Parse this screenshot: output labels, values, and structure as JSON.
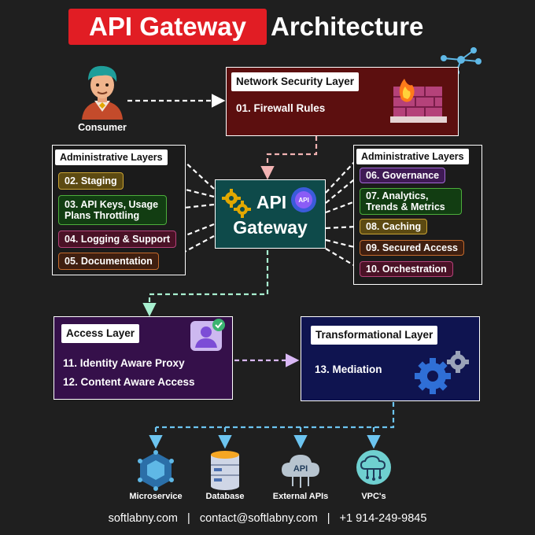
{
  "title": {
    "highlight": "API Gateway",
    "rest": "Architecture"
  },
  "consumer": {
    "label": "Consumer"
  },
  "network_layer": {
    "title": "Network Security Layer",
    "items": [
      "01. Firewall Rules"
    ]
  },
  "gateway": {
    "line1": "API",
    "line2": "Gateway",
    "badge": "API"
  },
  "admin_left": {
    "title": "Administrative Layers",
    "items": [
      "02. Staging",
      "03. API Keys, Usage",
      "Plans Throttling",
      "04. Logging & Support",
      "05. Documentation"
    ]
  },
  "admin_right": {
    "title": "Administrative Layers",
    "items": [
      "06. Governance",
      "07. Analytics,",
      "Trends & Metrics",
      "08. Caching",
      "09. Secured Access",
      "10. Orchestration"
    ]
  },
  "access_layer": {
    "title": "Access Layer",
    "items": [
      "11. Identity Aware Proxy",
      "12. Content Aware Access"
    ]
  },
  "transform_layer": {
    "title": "Transformational Layer",
    "items": [
      "13. Mediation"
    ]
  },
  "targets": {
    "microservice": "Microservice",
    "database": "Database",
    "external": "External APIs",
    "external_badge": "API",
    "vpc": "VPC's"
  },
  "footer": {
    "website": "softlabny.com",
    "email": "contact@softlabny.com",
    "phone": "+1 914-249-9845",
    "sep": "|"
  },
  "colors": {
    "title_red": "#e11d24",
    "network_bg": "#5c0f0f",
    "gateway_bg": "#0e4a4a",
    "access_bg": "#35104a",
    "transform_bg": "#0f1450",
    "arrow_white": "#ffffff",
    "arrow_pink": "#f2b3b3",
    "arrow_mint": "#a8f0d0",
    "arrow_lilac": "#d9b8f5",
    "arrow_blue": "#6cc4f0"
  }
}
